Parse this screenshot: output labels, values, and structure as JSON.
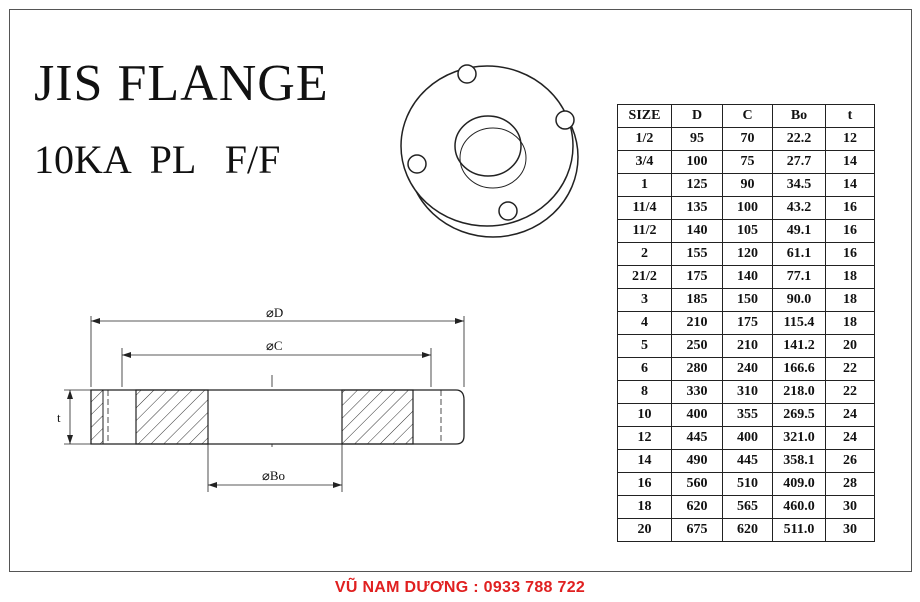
{
  "title": "JIS FLANGE",
  "subtitle": "10KA  PL   F/F",
  "drawing": {
    "label_D": "⌀D",
    "label_C": "⌀C",
    "label_Bo": "⌀Bo",
    "label_t": "t"
  },
  "table": {
    "columns": [
      "SIZE",
      "D",
      "C",
      "Bo",
      "t"
    ],
    "rows": [
      [
        "1/2",
        "95",
        "70",
        "22.2",
        "12"
      ],
      [
        "3/4",
        "100",
        "75",
        "27.7",
        "14"
      ],
      [
        "1",
        "125",
        "90",
        "34.5",
        "14"
      ],
      [
        "11/4",
        "135",
        "100",
        "43.2",
        "16"
      ],
      [
        "11/2",
        "140",
        "105",
        "49.1",
        "16"
      ],
      [
        "2",
        "155",
        "120",
        "61.1",
        "16"
      ],
      [
        "21/2",
        "175",
        "140",
        "77.1",
        "18"
      ],
      [
        "3",
        "185",
        "150",
        "90.0",
        "18"
      ],
      [
        "4",
        "210",
        "175",
        "115.4",
        "18"
      ],
      [
        "5",
        "250",
        "210",
        "141.2",
        "20"
      ],
      [
        "6",
        "280",
        "240",
        "166.6",
        "22"
      ],
      [
        "8",
        "330",
        "310",
        "218.0",
        "22"
      ],
      [
        "10",
        "400",
        "355",
        "269.5",
        "24"
      ],
      [
        "12",
        "445",
        "400",
        "321.0",
        "24"
      ],
      [
        "14",
        "490",
        "445",
        "358.1",
        "26"
      ],
      [
        "16",
        "560",
        "510",
        "409.0",
        "28"
      ],
      [
        "18",
        "620",
        "565",
        "460.0",
        "30"
      ],
      [
        "20",
        "675",
        "620",
        "511.0",
        "30"
      ]
    ]
  },
  "footer": "VŨ NAM DƯƠNG : 0933 788 722"
}
